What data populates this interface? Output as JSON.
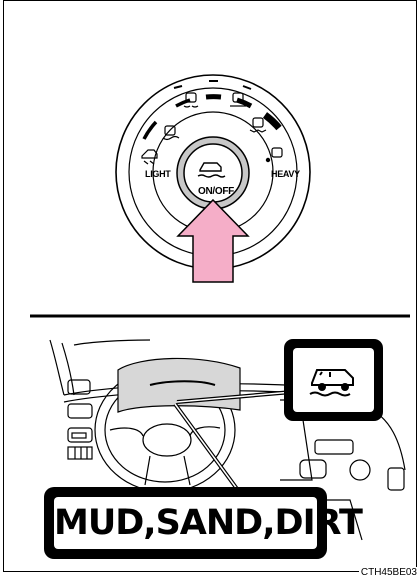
{
  "dial": {
    "left_label": "LIGHT",
    "right_label": "HEAVY",
    "button_label": "ON/OFF"
  },
  "display": {
    "mode_text": "MUD,SAND,DIRT"
  },
  "figure_code": "CTH45BE03",
  "colors": {
    "arrow_fill": "#f5aec8",
    "line": "#000000",
    "display_bg": "#000000"
  },
  "icons": [
    "terrain-vehicle-icon",
    "press-arrow-icon",
    "mode-indicator-icon"
  ]
}
